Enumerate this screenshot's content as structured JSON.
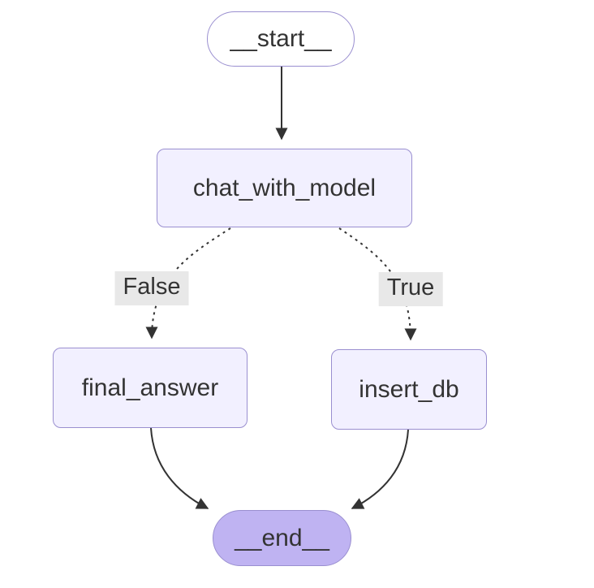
{
  "diagram": {
    "type": "flowchart",
    "direction": "top-down",
    "nodes": {
      "start": {
        "label": "__start__",
        "shape": "stadium"
      },
      "chat_with_model": {
        "label": "chat_with_model",
        "shape": "rect"
      },
      "final_answer": {
        "label": "final_answer",
        "shape": "rect"
      },
      "insert_db": {
        "label": "insert_db",
        "shape": "rect"
      },
      "end": {
        "label": "__end__",
        "shape": "stadium"
      }
    },
    "edges": [
      {
        "from": "__start__",
        "to": "chat_with_model",
        "style": "solid",
        "label": ""
      },
      {
        "from": "chat_with_model",
        "to": "final_answer",
        "style": "dotted",
        "label": "False"
      },
      {
        "from": "chat_with_model",
        "to": "insert_db",
        "style": "dotted",
        "label": "True"
      },
      {
        "from": "final_answer",
        "to": "__end__",
        "style": "solid",
        "label": ""
      },
      {
        "from": "insert_db",
        "to": "__end__",
        "style": "solid",
        "label": ""
      }
    ],
    "colors": {
      "background": "#ffffff",
      "node_fill": "#f2f0ff",
      "node_border": "#9a8fd0",
      "start_fill": "#ffffff",
      "end_fill": "#bfb3f2",
      "label_bg": "#e8e8e8",
      "edge_color": "#333333",
      "text_color": "#333333"
    }
  }
}
